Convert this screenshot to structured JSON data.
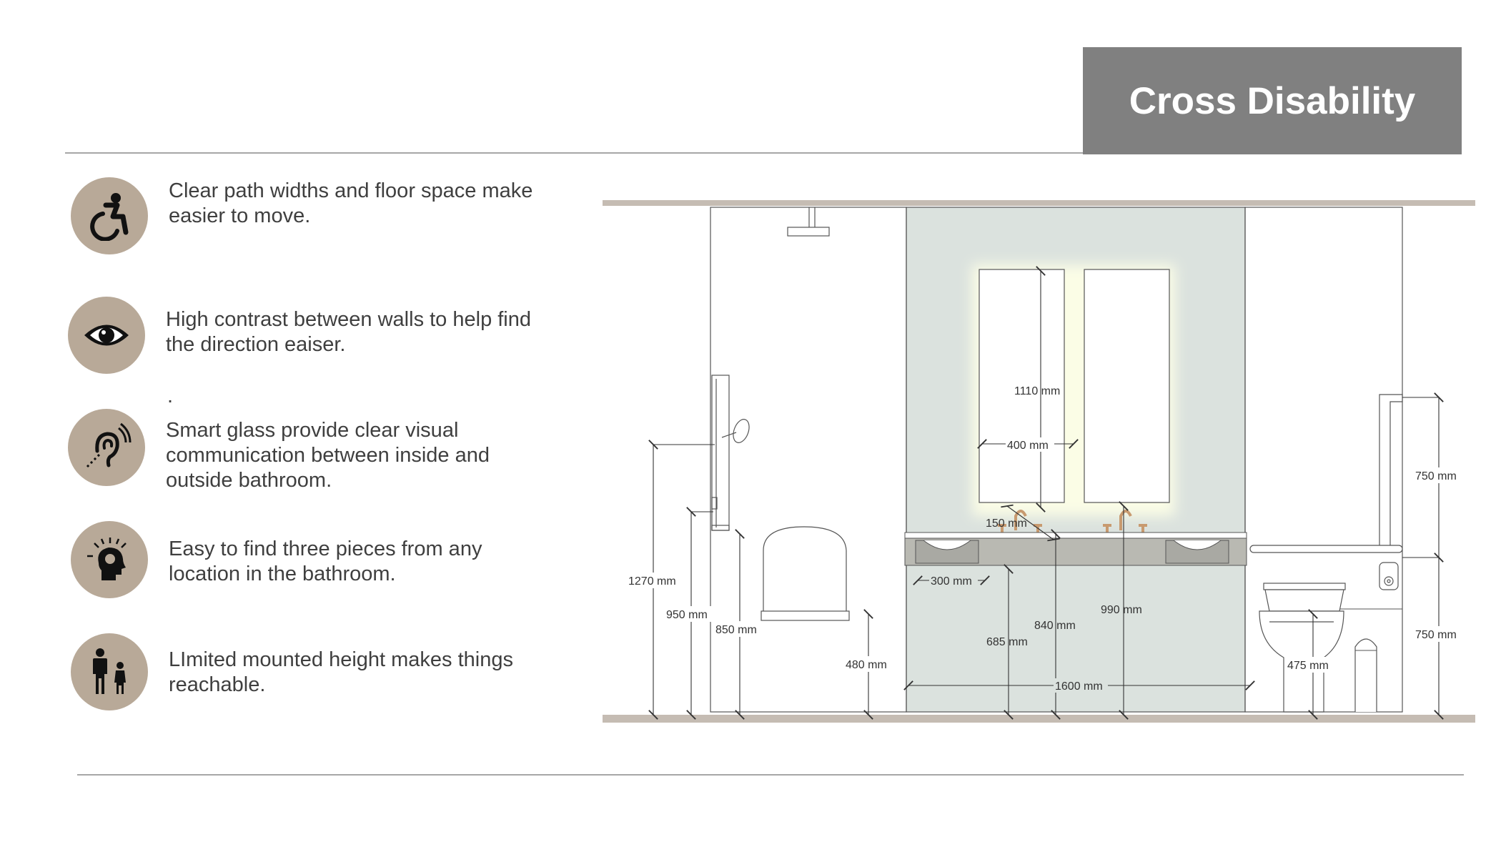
{
  "header": {
    "title": "Cross Disability"
  },
  "features": [
    {
      "icon": "wheelchair-icon",
      "text": "Clear path widths and floor space make easier to move."
    },
    {
      "icon": "eye-icon",
      "text": "High contrast between walls to help find the direction eaiser."
    },
    {
      "icon": "hearing-icon",
      "text": "Smart glass provide clear visual communication between inside and outside bathroom."
    },
    {
      "icon": "head-idea-icon",
      "text": "Easy to find three pieces from any location in the bathroom."
    },
    {
      "icon": "adult-child-icon",
      "text": "LImited mounted height makes things reachable."
    }
  ],
  "stray_mark": ".",
  "drawing": {
    "dims": {
      "d1270": "1270 mm",
      "d950": "950 mm",
      "d850": "850 mm",
      "d480": "480 mm",
      "d1110": "1110 mm",
      "d400": "400 mm",
      "d150": "150 mm",
      "d300": "300 mm",
      "d685": "685 mm",
      "d840": "840 mm",
      "d990": "990 mm",
      "d1600": "1600 mm",
      "d475": "475 mm",
      "d750a": "750 mm",
      "d750b": "750 mm"
    },
    "colors": {
      "wall_accent": "#dbe2de",
      "floor_band": "#c5bcb3",
      "icon_circle": "#b8a998",
      "faucet": "#c89a6f",
      "title_bg": "#808080"
    }
  }
}
